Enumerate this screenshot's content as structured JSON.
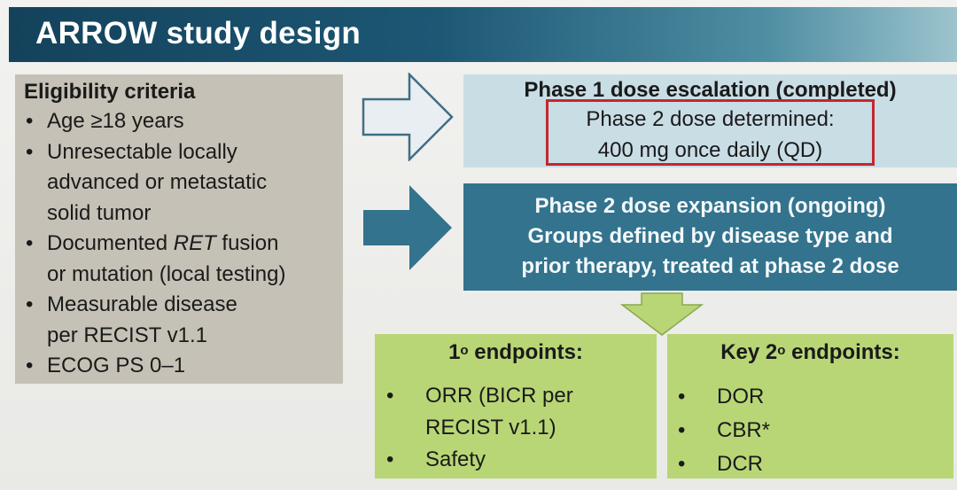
{
  "title": "ARROW study design",
  "eligibility": {
    "heading": "Eligibility criteria",
    "bullet": "•",
    "items": [
      {
        "lines": [
          "Age ≥18 years"
        ]
      },
      {
        "lines": [
          "Unresectable locally",
          "advanced or metastatic",
          "solid tumor"
        ]
      },
      {
        "pre": "Documented ",
        "emph": "RET",
        "post": " fusion",
        "lines": [
          "or mutation (local testing)"
        ]
      },
      {
        "lines": [
          "Measurable disease",
          "per RECIST v1.1"
        ]
      },
      {
        "lines": [
          "ECOG PS 0–1"
        ]
      }
    ]
  },
  "phase1": {
    "heading": "Phase 1 dose escalation (completed)",
    "dose_line1": "Phase 2 dose determined:",
    "dose_line2": "400 mg once daily (QD)"
  },
  "phase2": {
    "line1": "Phase 2 dose expansion (ongoing)",
    "line2": "Groups defined by disease type and",
    "line3": "prior therapy, treated at phase 2 dose"
  },
  "primary_endpoints": {
    "heading_num": "1",
    "heading_sup": "o",
    "heading_text": " endpoints:",
    "bullet": "•",
    "items": [
      {
        "lines": [
          "ORR (BICR per",
          "RECIST v1.1)"
        ]
      },
      {
        "lines": [
          "Safety"
        ]
      }
    ]
  },
  "secondary_endpoints": {
    "heading_pre": "Key 2",
    "heading_sup": "o",
    "heading_text": " endpoints:",
    "bullet": "•",
    "items": [
      "DOR",
      "CBR*",
      "DCR"
    ]
  },
  "colors": {
    "title_bar": "#14425b",
    "eligibility_bg": "#c5c1b6",
    "phase1_bg": "#c9dde5",
    "phase2_bg": "#33738d",
    "endpoint_bg": "#b9d676",
    "highlight_border": "#c6262e",
    "outline_arrow": "#3f6e86",
    "filled_arrow": "#33738d",
    "down_arrow": "#b9d676"
  }
}
